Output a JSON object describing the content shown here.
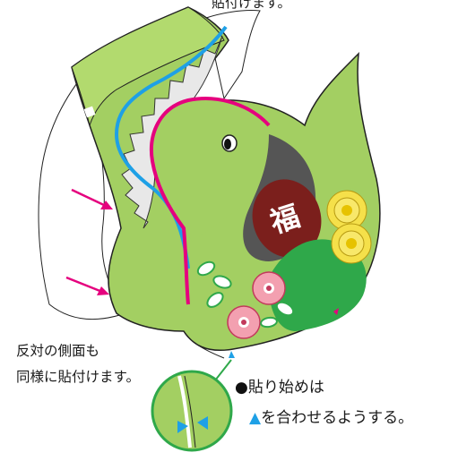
{
  "top_caption": "貼付けます。",
  "side_note": {
    "line1": "反対の側面も",
    "line2": "同様に貼付けます。"
  },
  "tip": {
    "bullet": "●",
    "line1": "貼り始めは",
    "triangle": "▲",
    "line2": "を合わせるようする。"
  },
  "fortune_character": "福",
  "colors": {
    "body_green": "#a3cf62",
    "dark_green": "#2fa84a",
    "magenta": "#e5007e",
    "blue": "#1ea0e6",
    "brown": "#7b1f1c",
    "gray": "#555555",
    "flower_yellow": "#f5e04a",
    "flower_pink": "#f3a0b0"
  }
}
